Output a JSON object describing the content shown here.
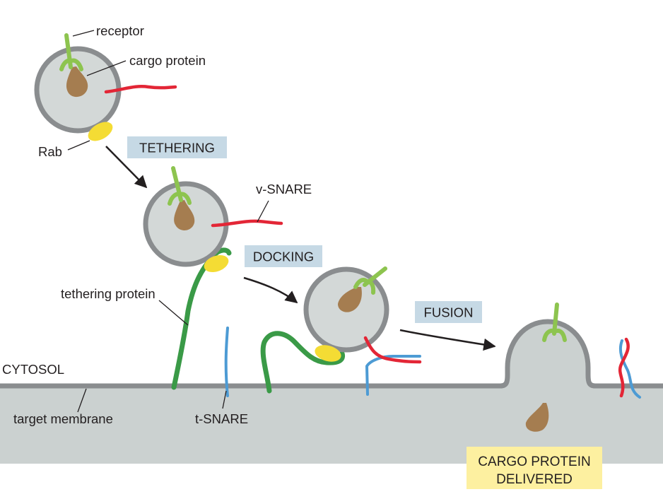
{
  "labels": {
    "receptor": "receptor",
    "cargo_protein": "cargo protein",
    "rab": "Rab",
    "v_snare": "v-SNARE",
    "tethering_protein": "tethering protein",
    "cytosol": "CYTOSOL",
    "target_membrane": "target membrane",
    "t_snare": "t-SNARE"
  },
  "steps": {
    "tethering": "TETHERING",
    "docking": "DOCKING",
    "fusion": "FUSION"
  },
  "result": {
    "line1": "CARGO PROTEIN",
    "line2": "DELIVERED"
  },
  "colors": {
    "membrane_fill": "#cbd1d0",
    "membrane_edge": "#8a8d8f",
    "vesicle_lumen": "#d3d8d7",
    "cargo": "#a57d50",
    "receptor": "#8dc44f",
    "rab": "#f4dc34",
    "v_snare": "#e32636",
    "t_snare": "#4d9bd4",
    "tethering_protein": "#3a9a47",
    "step_label_bg": "#c6d9e5",
    "result_label_bg": "#fdf0a0"
  }
}
